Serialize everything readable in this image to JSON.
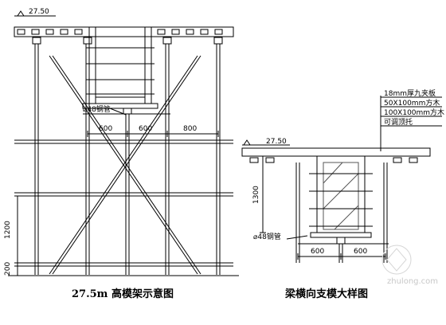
{
  "left_diagram": {
    "elevation": "27.50",
    "pipe_label": "⌀48钢管",
    "spacings": [
      "600",
      "600",
      "800"
    ],
    "heights": [
      "1200",
      "200"
    ],
    "caption": "27.5m 高模架示意图"
  },
  "right_diagram": {
    "elevation": "27.50",
    "layers": [
      "18mm厚九夹板",
      "50X100mm方木",
      "100X100mm方木",
      "可调顶托"
    ],
    "pipe_label": "⌀48钢管",
    "height": "1300",
    "spacings": [
      "600",
      "600"
    ],
    "caption": "梁横向支模大样图"
  },
  "watermark": "zhulong.com",
  "colors": {
    "line": "#000000",
    "hatch": "#555555",
    "watermark": "#c8c8c8"
  }
}
